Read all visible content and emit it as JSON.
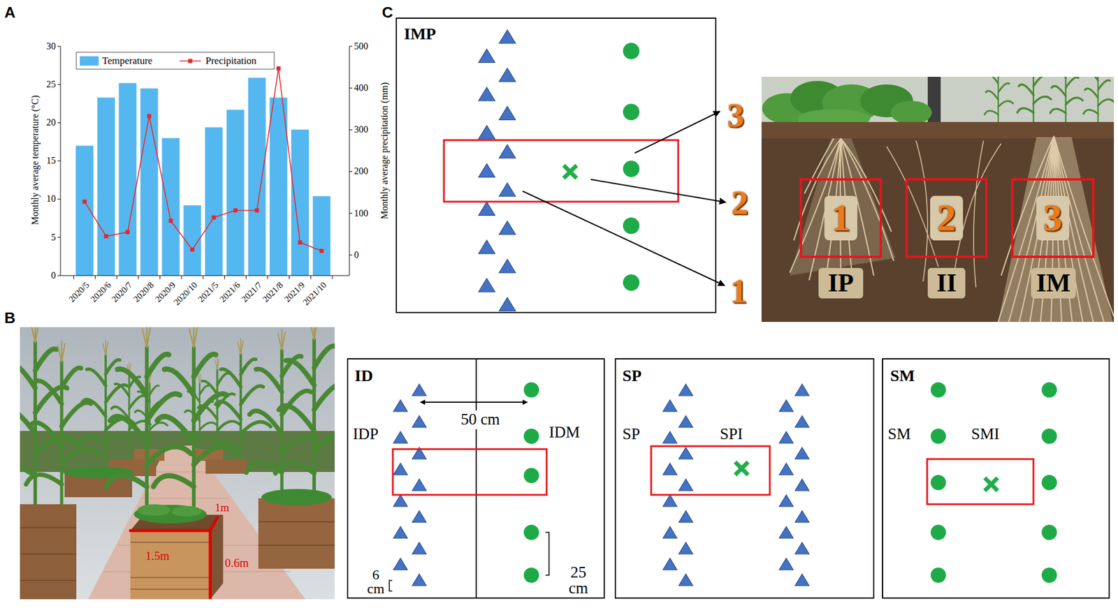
{
  "diagram": {
    "nodes": [
      {
        "text": [
          "IMP"
        ]
      },
      {
        "text": [
          "1"
        ]
      },
      {
        "text": [
          "2"
        ]
      },
      {
        "text": [
          "3"
        ]
      },
      {
        "text": [
          "ID",
          "IDP",
          "IDM"
        ]
      },
      {
        "text": [
          "SP",
          "SP",
          "SPI"
        ]
      },
      {
        "text": [
          "SM",
          "SM",
          "SMI"
        ]
      }
    ],
    "labels": [
      "A",
      "B",
      "C",
      "0",
      "5",
      "10",
      "15",
      "20",
      "25",
      "30",
      "0",
      "100",
      "200",
      "300",
      "400",
      "500",
      "2020/5",
      "2020/6",
      "2020/7",
      "2020/8",
      "2020/9",
      "2020/10",
      "2021/5",
      "2021/6",
      "2021/7",
      "2021/8",
      "2021/9",
      "2021/10",
      "Monthly average temperature (°C)",
      "Monthly average precipitation (mm)",
      "1m",
      "1.5m",
      "0.6m",
      "3",
      "2",
      "1",
      "IP",
      "II",
      "IM",
      "50 cm",
      "6 cm",
      "25 cm"
    ],
    "legend": [
      {
        "text": "Temperature",
        "color": "#55b7ef"
      },
      {
        "text": "Precipitation"
      }
    ]
  }
}
